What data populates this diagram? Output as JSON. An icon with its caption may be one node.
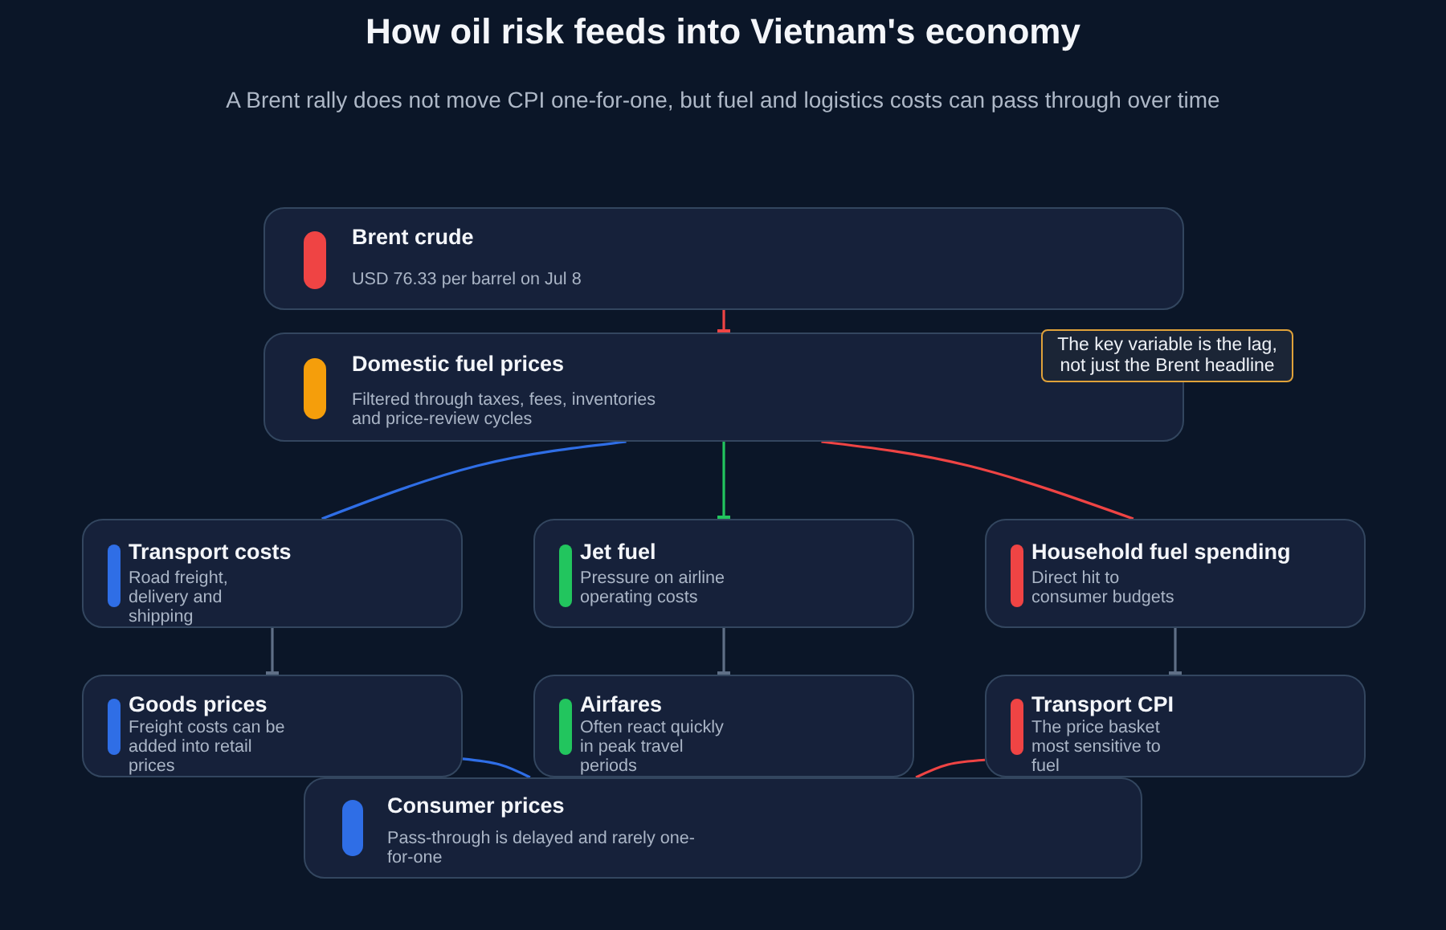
{
  "diagram": {
    "title": "How oil risk feeds into Vietnam's economy",
    "caption": "A Brent rally does not move CPI one-for-one, but fuel and logistics costs can pass through over time",
    "nodes": [
      {
        "text": [
          "Brent crude",
          "USD 76.33 per barrel on Jul 8"
        ]
      },
      {
        "text": [
          "Domestic fuel prices",
          "Filtered through taxes, fees, inventories and price-review cycles"
        ]
      },
      {
        "text": [
          "The key variable is the lag, not just the Brent headline"
        ]
      },
      {
        "text": [
          "Transport costs",
          "Road freight, delivery and shipping"
        ]
      },
      {
        "text": [
          "Jet fuel",
          "Pressure on airline operating costs"
        ]
      },
      {
        "text": [
          "Household fuel spending",
          "Direct hit to consumer budgets"
        ]
      },
      {
        "text": [
          "Goods prices",
          "Freight costs can be added into retail prices"
        ]
      },
      {
        "text": [
          "Airfares",
          "Often react quickly in peak travel periods"
        ]
      },
      {
        "text": [
          "Transport CPI",
          "The price basket most sensitive to fuel"
        ]
      },
      {
        "text": [
          "Consumer prices",
          "Pass-through is delayed and rarely one-for-one"
        ]
      }
    ],
    "edges": [
      {
        "from": 0,
        "to": 1,
        "arrow": "other",
        "color": "#ef4444"
      },
      {
        "from": 1,
        "to": 3,
        "arrow": "none",
        "color": "#2f6ee6"
      },
      {
        "from": 1,
        "to": 4,
        "arrow": "other",
        "color": "#22c55e"
      },
      {
        "from": 1,
        "to": 5,
        "arrow": "none",
        "color": "#ef4444"
      },
      {
        "from": 3,
        "to": 6,
        "arrow": "other",
        "color": "#5f6f86"
      },
      {
        "from": 4,
        "to": 7,
        "arrow": "other",
        "color": "#5f6f86"
      },
      {
        "from": 5,
        "to": 8,
        "arrow": "other",
        "color": "#5f6f86"
      },
      {
        "from": 6,
        "to": 9,
        "arrow": "none",
        "color": "#2f6ee6"
      },
      {
        "from": 8,
        "to": 9,
        "arrow": "none",
        "color": "#ef4444"
      }
    ]
  }
}
